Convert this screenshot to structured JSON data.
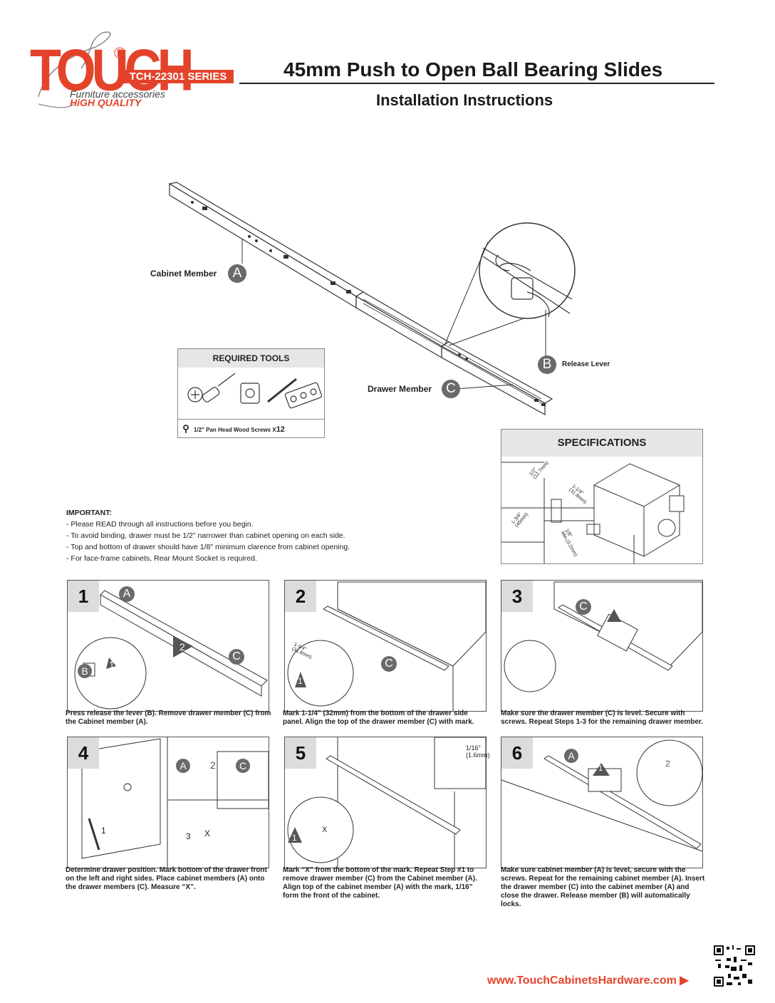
{
  "header": {
    "brand": "TOUCH",
    "registered": "®",
    "series": "TCH-22301 SERIES",
    "tagline1": "Furniture accessories",
    "tagline2": "HiGH QUALITY",
    "title": "45mm Push to Open Ball Bearing Slides",
    "subtitle": "Installation Instructions"
  },
  "hero": {
    "cabinet_label": "Cabinet Member",
    "cabinet_letter": "A",
    "release_label": "Release Lever",
    "release_letter": "B",
    "drawer_label": "Drawer Member",
    "drawer_letter": "C"
  },
  "tools": {
    "heading": "REQUIRED TOOLS",
    "screws": "1/2\" Pan Head Wood Screws X",
    "qty": "12"
  },
  "specs": {
    "heading": "SPECIFICATIONS",
    "dim1": "1/2\"",
    "dim1mm": "(12.7mm)",
    "dim2": "1-1/4\"",
    "dim2mm": "(31.8mm)",
    "dim3": "1-3/4\"",
    "dim3mm": "(45mm)",
    "dim4": "1/8\"",
    "dim4mm": "Min.(3.2mm)"
  },
  "important": {
    "heading": "IMPORTANT:",
    "items": [
      "- Please READ through all instructions before you begin.",
      "- To avoid binding, drawer must be 1/2\" narrower than cabinet opening on each side.",
      "- Top and bottom of drawer should have 1/8\" minimum clarence from cabinet opening.",
      "- For face-frame cabinets, Rear Mount Socket is required."
    ]
  },
  "steps": [
    {
      "num": "1",
      "caption": "Press release the lever (B). Remove drawer member (C) from the Cabinet member (A)."
    },
    {
      "num": "2",
      "caption": "Mark 1-1/4\" (32mm) from the bottom of the drawer side panel. Align the top of the drawer member (C) with mark.",
      "dim": "1-1/4\"",
      "dimmm": "(31.8mm)"
    },
    {
      "num": "3",
      "caption": "Make sure the drawer member (C) is level. Secure with screws. Repeat Steps 1-3 for the remaining drawer member."
    },
    {
      "num": "4",
      "caption": "Determine drawer position. Mark bottom of the drawer front on the left and right sides. Place cabinet members (A) onto the drawer members (C). Measure “X”."
    },
    {
      "num": "5",
      "caption": "Mark “X” from the bottom of the mark. Repeat Step #1 to remove drawer member (C) from the Cabinet member (A). Align top of the cabinet member (A) with the mark, 1/16\" form the front of the cabinet.",
      "dim": "1/16\"",
      "dimmm": "(1.6mm)"
    },
    {
      "num": "6",
      "caption": "Make sure cabinet member (A) is level, secure with the screws. Repeat for the remaining cabinet member (A). Insert the drawer member (C) into the cabinet member (A) and close the drawer. Release member (B) will automatically locks."
    }
  ],
  "markers": {
    "a": "A",
    "b": "B",
    "c": "C",
    "x": "X",
    "one": "1",
    "two": "2",
    "three": "3"
  },
  "footer": {
    "url": "www.TouchCabinetsHardware.com",
    "arrow": "▶"
  },
  "colors": {
    "brand": "#e4432b",
    "circle": "#6a6a6a",
    "panel": "#e6e6e6"
  }
}
